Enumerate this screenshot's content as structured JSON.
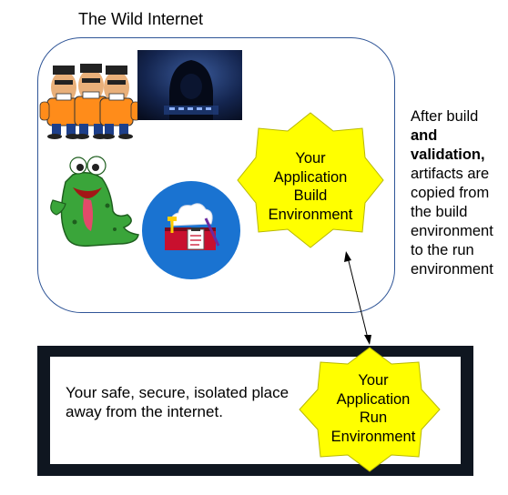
{
  "wild": {
    "title": "The Wild Internet"
  },
  "build_env": {
    "lines": [
      "Your",
      "Application",
      "Build",
      "Environment"
    ]
  },
  "run_env": {
    "lines": [
      "Your",
      "Application",
      "Run",
      "Environment"
    ]
  },
  "safe_place": {
    "text": "Your safe, secure, isolated place away from the internet."
  },
  "side_note": {
    "line1": "After build",
    "line2_bold": "and",
    "line3_bold": "validation,",
    "line4": "artifacts are",
    "line5": "copied from",
    "line6": "the build",
    "line7": "environment",
    "line8": "to the run",
    "line9": "environment"
  },
  "colors": {
    "star_fill": "#ffff00",
    "star_stroke": "#b8b800",
    "box_border": "#2f5597",
    "frame": "#0f1620",
    "toolbox_circle": "#1a73d1"
  },
  "images": [
    "burglars-clipart",
    "hooded-hacker-photo",
    "green-monster-clipart",
    "toolbox-cloud-icon"
  ]
}
